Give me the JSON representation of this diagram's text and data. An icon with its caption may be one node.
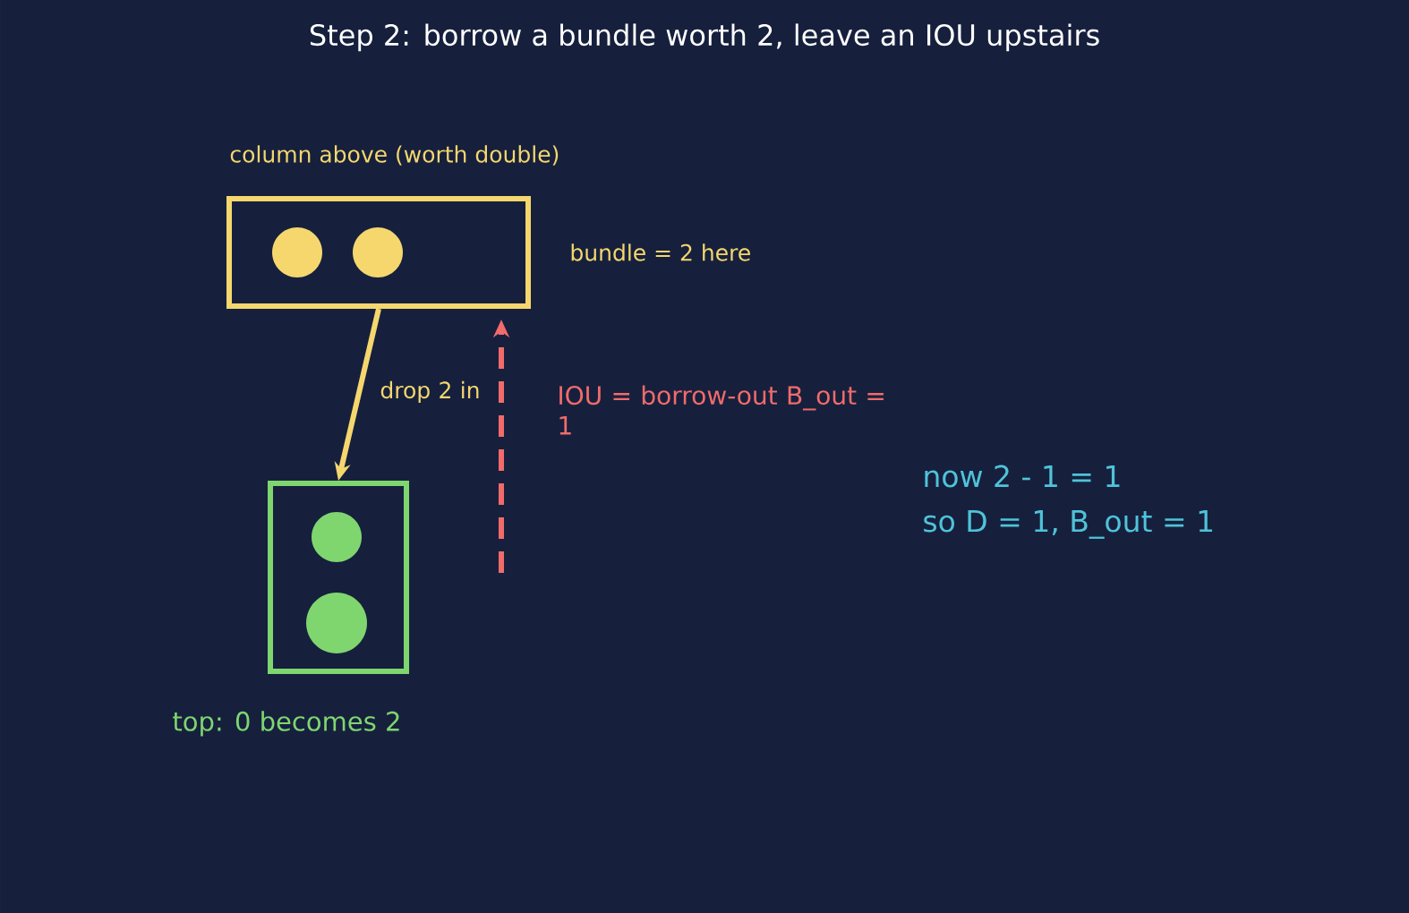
{
  "diagram": {
    "title": "Step 2: borrow a bundle worth 2, leave an IOU upstairs",
    "nodes": [
      {
        "text": [
          "column above (worth double)"
        ],
        "beside": [
          "bundle = 2 here"
        ]
      },
      {
        "text": [],
        "shape": "circle",
        "in": 0
      },
      {
        "text": [],
        "shape": "circle",
        "in": 0
      },
      {
        "text": [
          "top: 0 becomes 2"
        ]
      },
      {
        "text": [],
        "shape": "circle",
        "in": 3
      },
      {
        "text": [],
        "shape": "circle",
        "in": 3
      }
    ],
    "edges": [
      {
        "from": 0,
        "to": 3,
        "arrow": "to",
        "label": "drop 2 in"
      },
      {
        "from": null,
        "to": 0,
        "arrow": "to",
        "style": "dashed",
        "color": "#f26b6b",
        "label": "IOU = borrow-out B_out = 1"
      }
    ],
    "labels": [
      "now 2 - 1 = 1",
      "so D = 1, B_out = 1"
    ]
  }
}
